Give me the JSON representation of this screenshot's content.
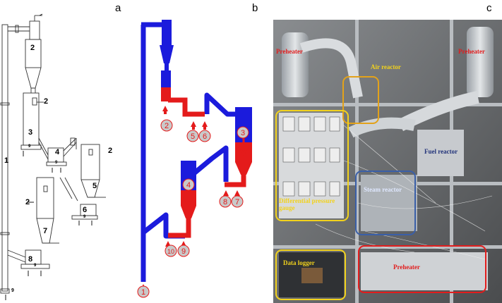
{
  "panels": {
    "a": "a",
    "b": "b",
    "c": "c"
  },
  "schematic_a": {
    "labels": {
      "l1": "1",
      "l2": "2",
      "l3": "3",
      "l4": "4",
      "l5": "5",
      "l6": "6",
      "l7": "7",
      "l8": "8",
      "l9": "9"
    },
    "arrow_labels": {
      "a2_top": "2",
      "a2_mid": "2",
      "a2_right": "2",
      "a2_left": "2"
    },
    "bottom_labels": {
      "b9_a": "9",
      "b9_b": "9",
      "b9_c": "9",
      "b9_d": "9",
      "b9_e": "9"
    }
  },
  "schematic_b": {
    "markers": [
      "1",
      "2",
      "3",
      "4",
      "5",
      "6",
      "7",
      "8",
      "9",
      "10"
    ],
    "colors": {
      "blue": "#1b1bdc",
      "red": "#e41b1b",
      "marker_fill": "#c9c9c9"
    }
  },
  "photo_c": {
    "labels": {
      "preheater_left": "Preheater",
      "preheater_right": "Preheater",
      "air_reactor": "Air reactor",
      "fuel_reactor": "Fuel reactor",
      "steam_reactor": "Steam reactor",
      "diff_gauge": "Differential pressure gauge",
      "data_logger": "Data logger",
      "preheater_bottom": "Preheater"
    },
    "box_colors": {
      "yellow": "#f2d21c",
      "orange": "#e3a21a",
      "blue": "#3a5fa8",
      "red": "#e21d1d"
    }
  }
}
